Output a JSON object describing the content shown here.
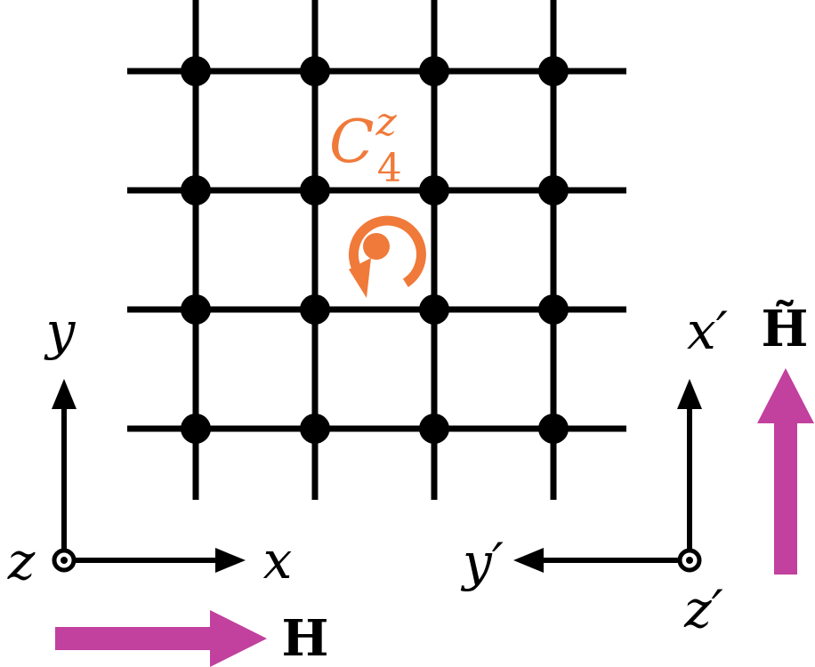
{
  "colors": {
    "lattice": "#000000",
    "symmetry": "#f07a3a",
    "field": "#c2409e",
    "background": "#ffffff"
  },
  "lattice": {
    "rows": 4,
    "columns": 4
  },
  "symmetry": {
    "base": "C",
    "superscript": "z",
    "subscript": "4",
    "icon": "rotation-arrow-icon"
  },
  "left_axes": {
    "y_label": "y",
    "x_label": "x",
    "z_label": "z"
  },
  "right_axes": {
    "x_label": "x′",
    "y_label": "y′",
    "z_label": "z′"
  },
  "fields": {
    "H_label": "H",
    "H_tilde_label": "H̃"
  }
}
